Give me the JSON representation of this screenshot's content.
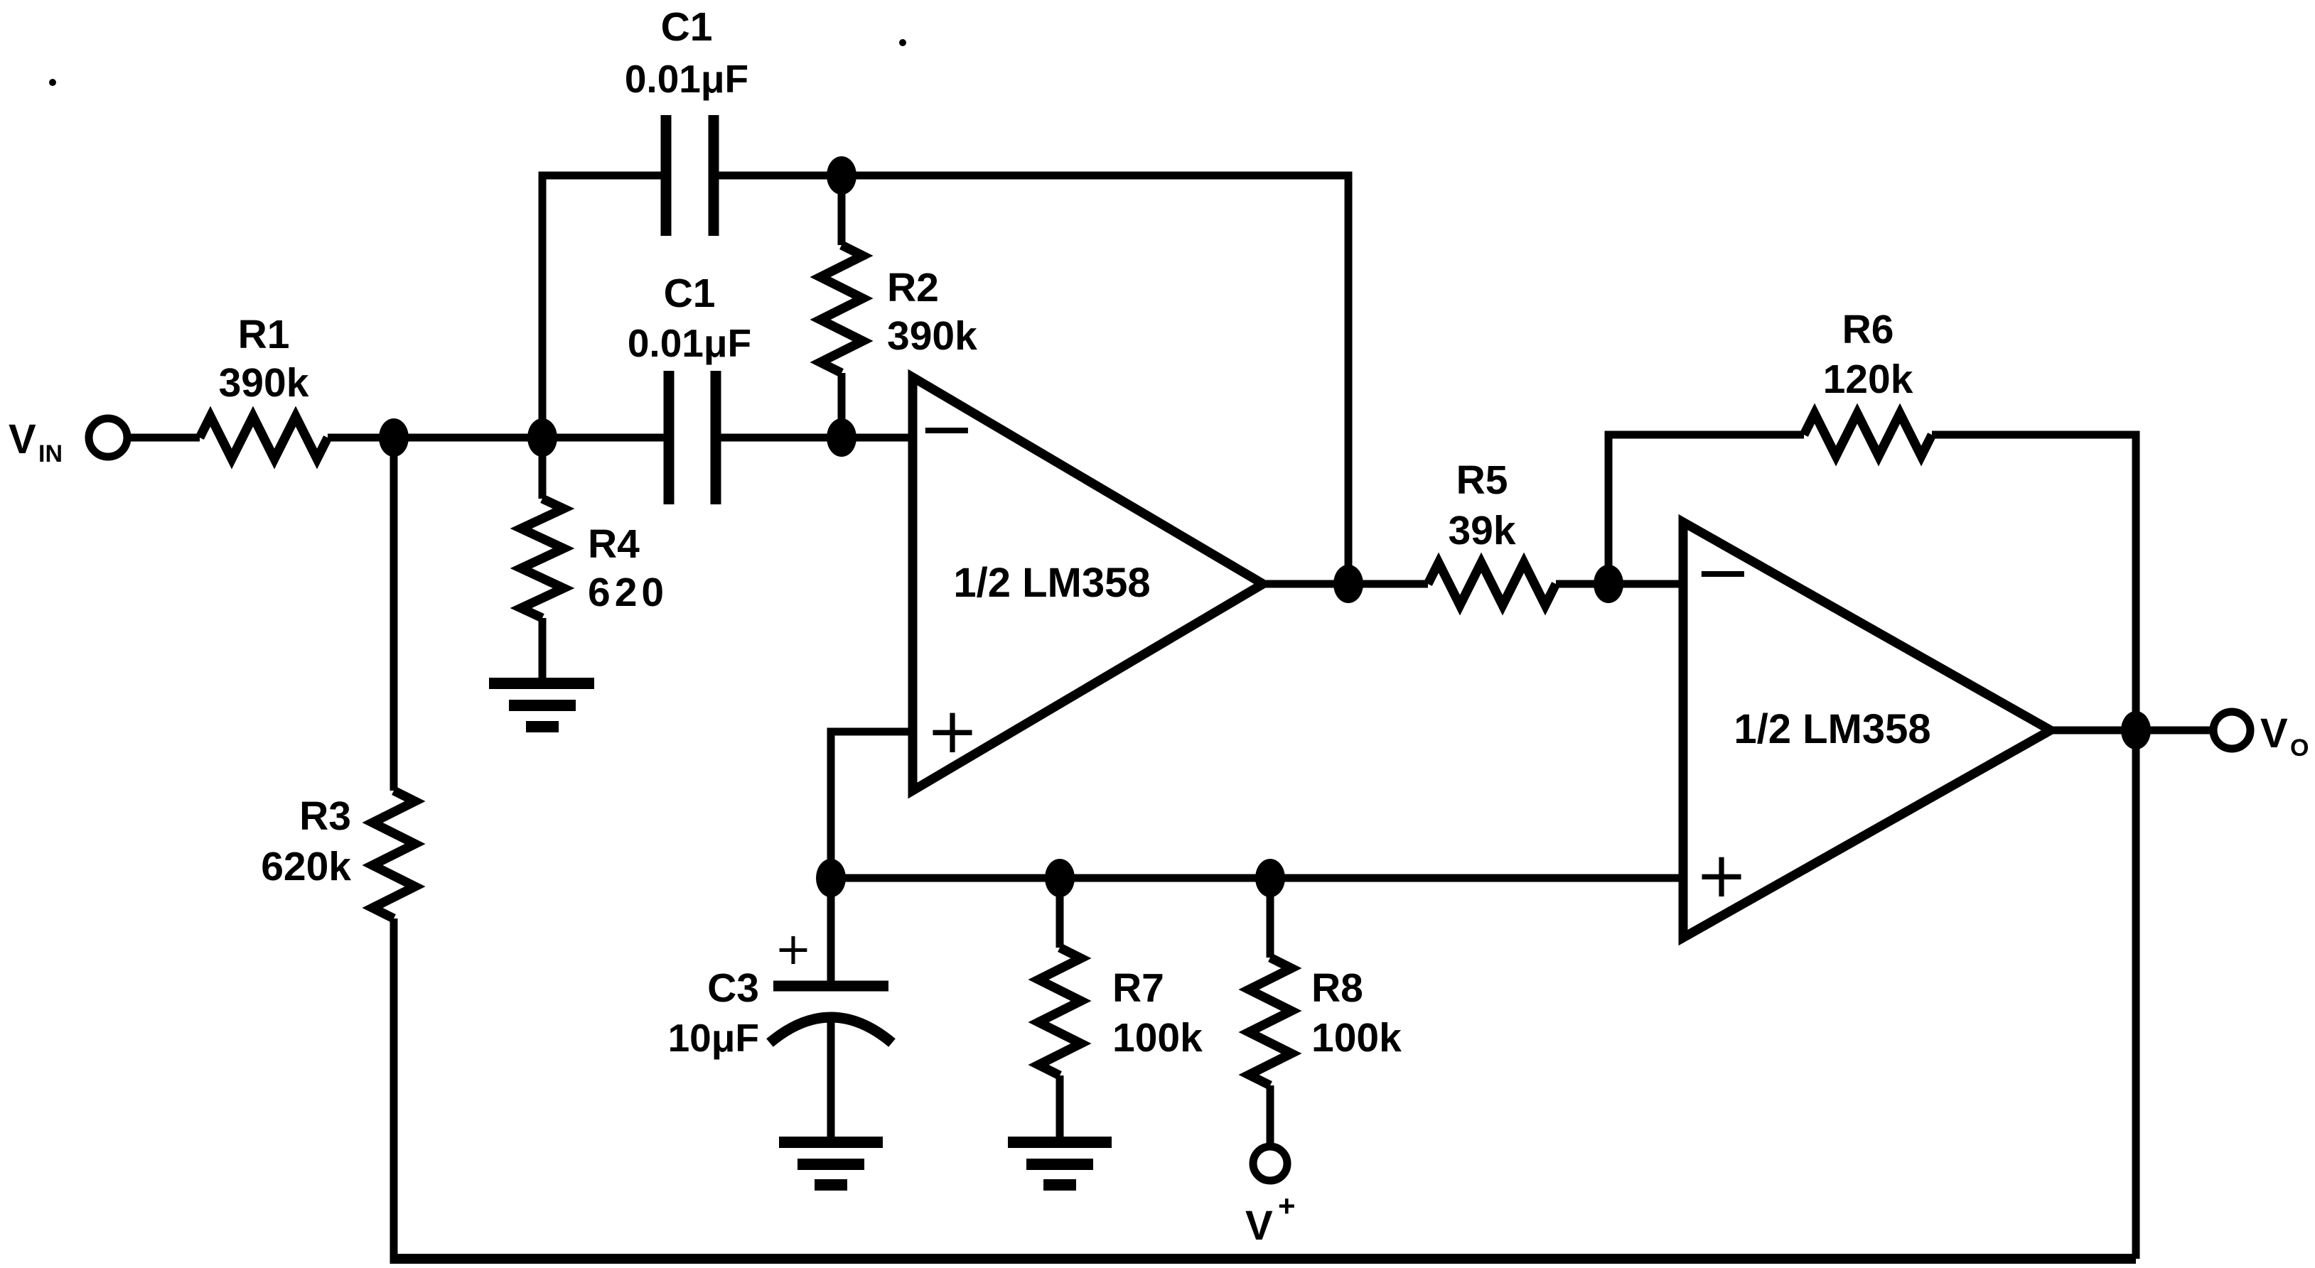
{
  "colors": {
    "ink": "#000000",
    "paper": "#ffffff"
  },
  "terminals": {
    "vin": {
      "name": "V",
      "sub": "IN"
    },
    "vout": {
      "name": "V",
      "sub": "O"
    },
    "vplus": {
      "name": "V",
      "sup": "+"
    }
  },
  "opamps": [
    {
      "label": "1/2 LM358",
      "inverting_mark": "−",
      "noninverting_mark": "+"
    },
    {
      "label": "1/2 LM358",
      "inverting_mark": "−",
      "noninverting_mark": "+"
    }
  ],
  "resistors": {
    "r1": {
      "ref": "R1",
      "value": "390k"
    },
    "r2": {
      "ref": "R2",
      "value": "390k"
    },
    "r3": {
      "ref": "R3",
      "value": "620k"
    },
    "r4": {
      "ref": "R4",
      "value": "620"
    },
    "r5": {
      "ref": "R5",
      "value": "39k"
    },
    "r6": {
      "ref": "R6",
      "value": "120k"
    },
    "r7": {
      "ref": "R7",
      "value": "100k"
    },
    "r8": {
      "ref": "R8",
      "value": "100k"
    }
  },
  "capacitors": {
    "c1_top": {
      "ref": "C1",
      "value": "0.01μF"
    },
    "c1_series": {
      "ref": "C1",
      "value": "0.01μF"
    },
    "c3": {
      "ref": "C3",
      "value": "10μF",
      "polarity_mark": "+"
    }
  }
}
